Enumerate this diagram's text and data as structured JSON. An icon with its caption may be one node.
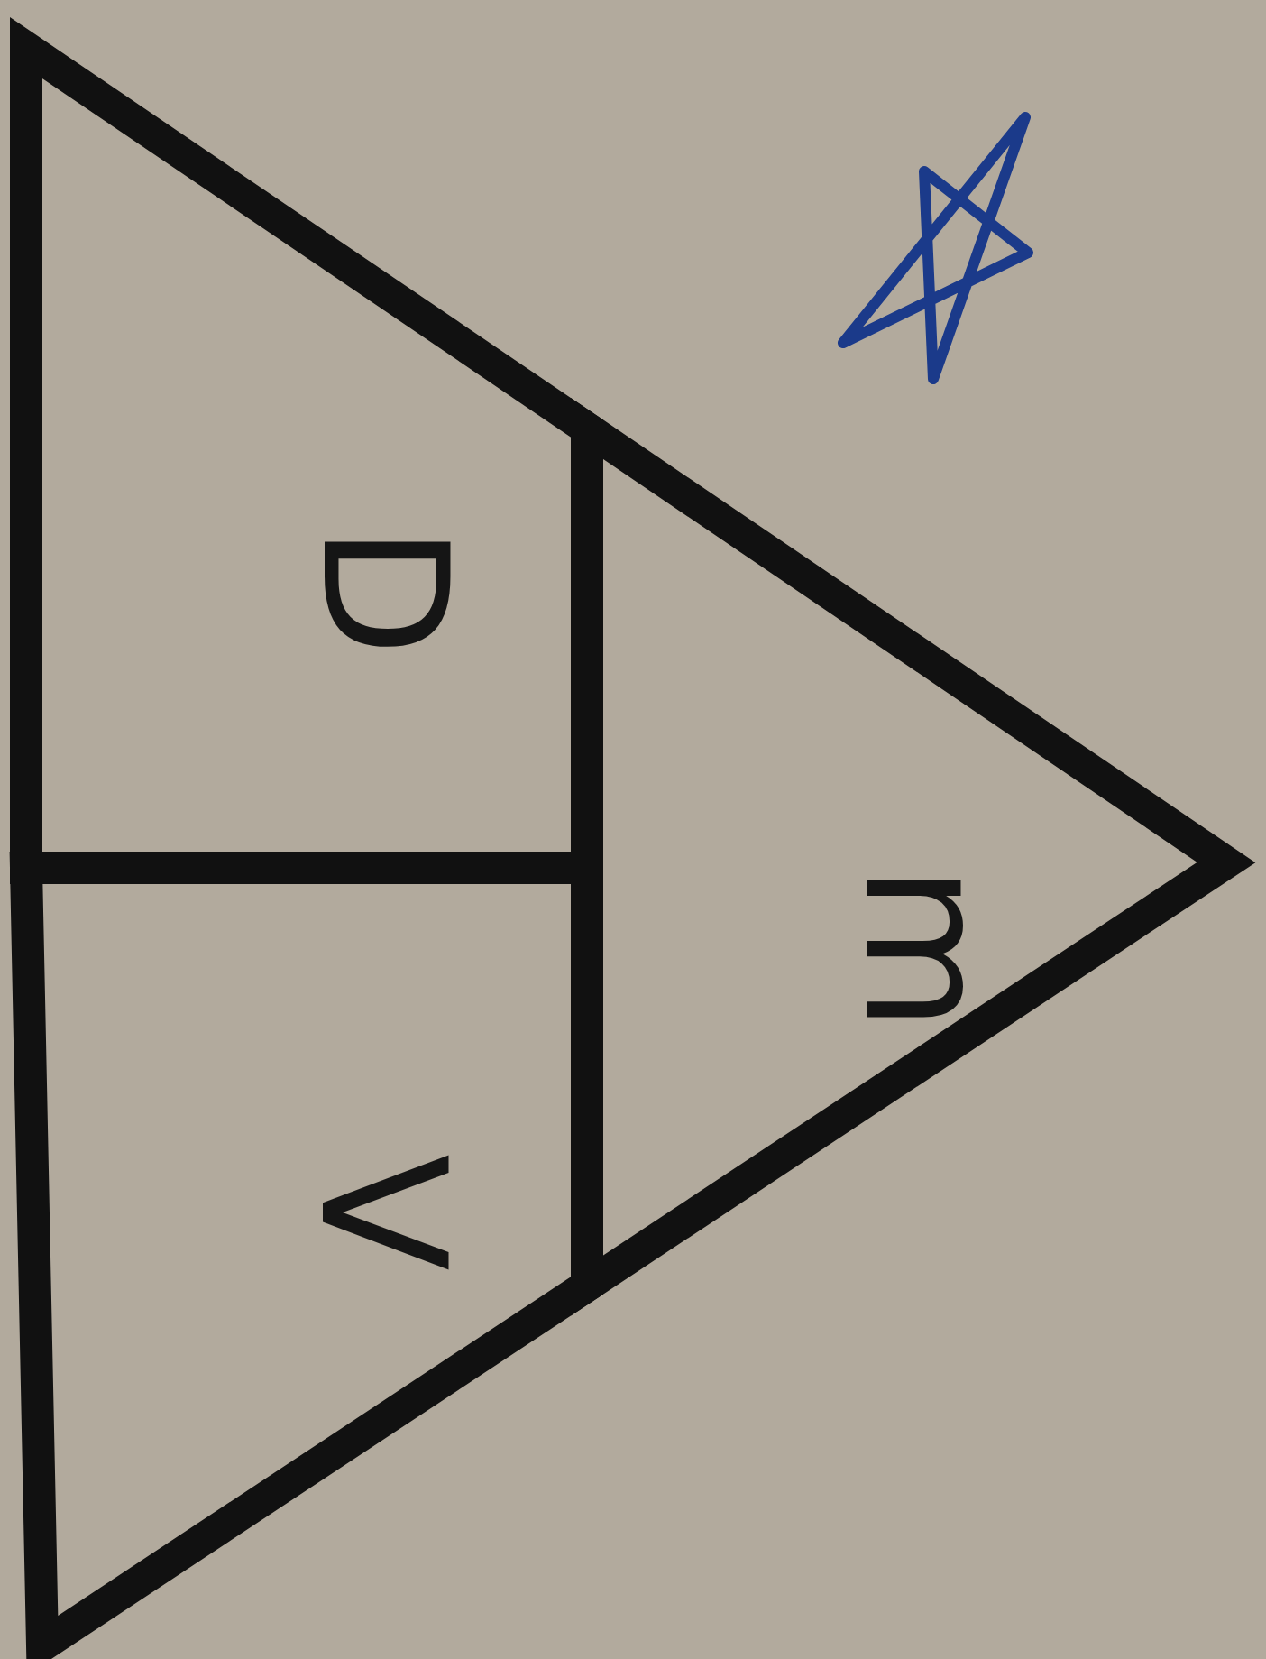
{
  "diagram": {
    "nodes": [
      {
        "text": [
          "D"
        ]
      },
      {
        "text": [
          "V"
        ]
      },
      {
        "text": [
          "m"
        ]
      }
    ]
  }
}
